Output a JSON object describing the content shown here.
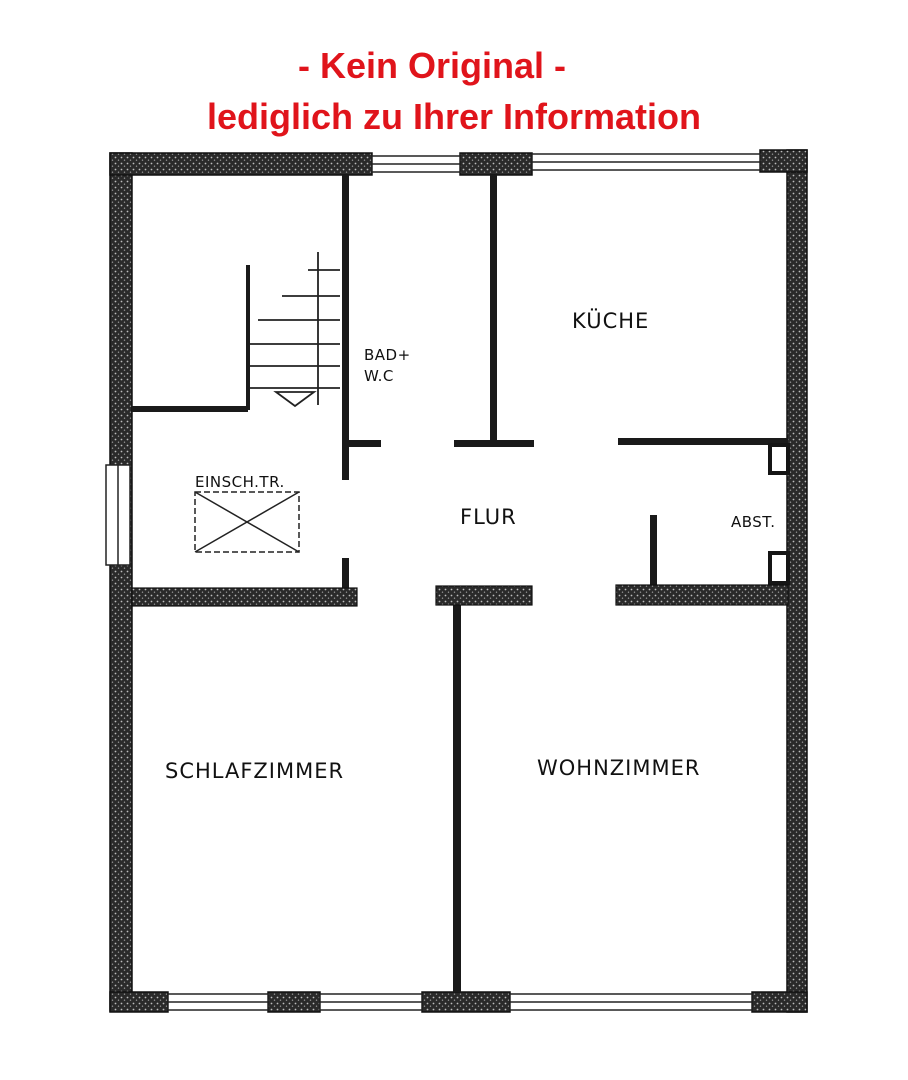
{
  "notice": {
    "line1": "- Kein Original -",
    "line2": "lediglich zu Ihrer Information",
    "color": "#e0141b"
  },
  "floorplan": {
    "wall_color": "#1a1a1a",
    "rooms": {
      "kitchen": "KÜCHE",
      "bath": [
        "BAD+",
        "W.C"
      ],
      "installation": "EINSCH.TR.",
      "hall": "FLUR",
      "storage": "ABST.",
      "bedroom": "SCHLAFZIMMER",
      "living": "WOHNZIMMER"
    }
  }
}
